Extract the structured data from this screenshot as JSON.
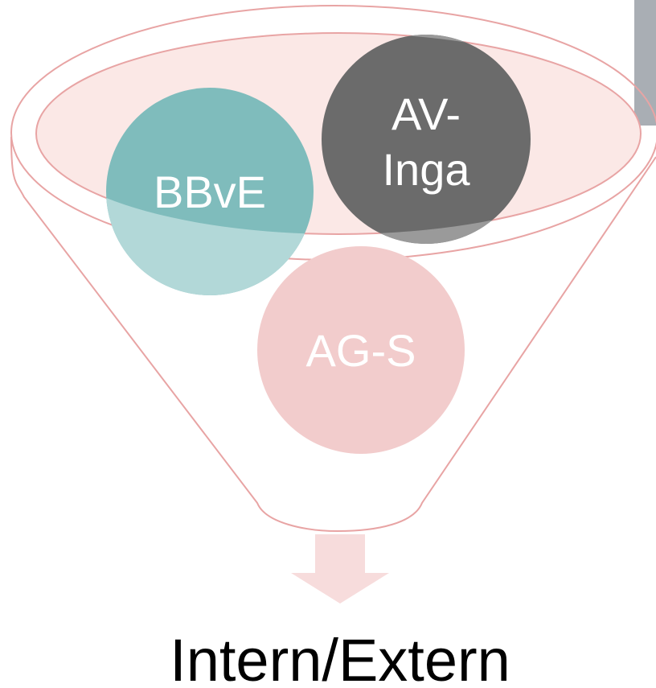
{
  "diagram": {
    "type": "funnel",
    "inputs": [
      {
        "label": "BBvE",
        "color": "#7fbcbc"
      },
      {
        "label": "AV-",
        "label_line2": "Inga",
        "color": "#6b6b6b"
      },
      {
        "label": "AG-S",
        "color": "#f2cccc"
      }
    ],
    "output": {
      "label": "Intern/Extern"
    },
    "colors": {
      "funnel_outline": "#e8a4a4",
      "funnel_rim_fill": "#fbe8e6",
      "arrow": "#f7dcdc"
    }
  }
}
